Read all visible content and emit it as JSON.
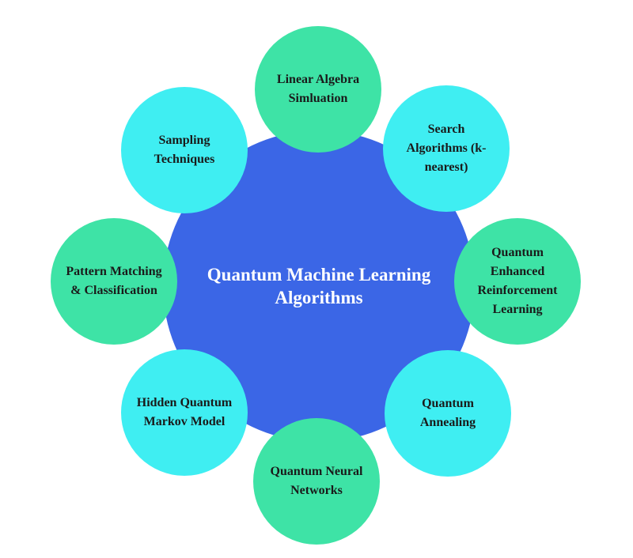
{
  "center": {
    "label_line1": "Quantum Machine Learning",
    "label_line2": "Algorithms",
    "color": "#3b66e6"
  },
  "nodes": [
    {
      "label": "Linear Algebra\nSimluation",
      "color": "#3ee3a6"
    },
    {
      "label": "Search\nAlgorithms (k-\nnearest)",
      "color": "#3feef2"
    },
    {
      "label": "Quantum\nEnhanced\nReinforcement\nLearning",
      "color": "#3ee3a6"
    },
    {
      "label": "Quantum\nAnnealing",
      "color": "#3feef2"
    },
    {
      "label": "Quantum Neural\nNetworks",
      "color": "#3ee3a6"
    },
    {
      "label": "Hidden Quantum\nMarkov Model",
      "color": "#3feef2"
    },
    {
      "label": "Pattern Matching\n& Classification",
      "color": "#3ee3a6"
    },
    {
      "label": "Sampling\nTechniques",
      "color": "#3feef2"
    }
  ]
}
